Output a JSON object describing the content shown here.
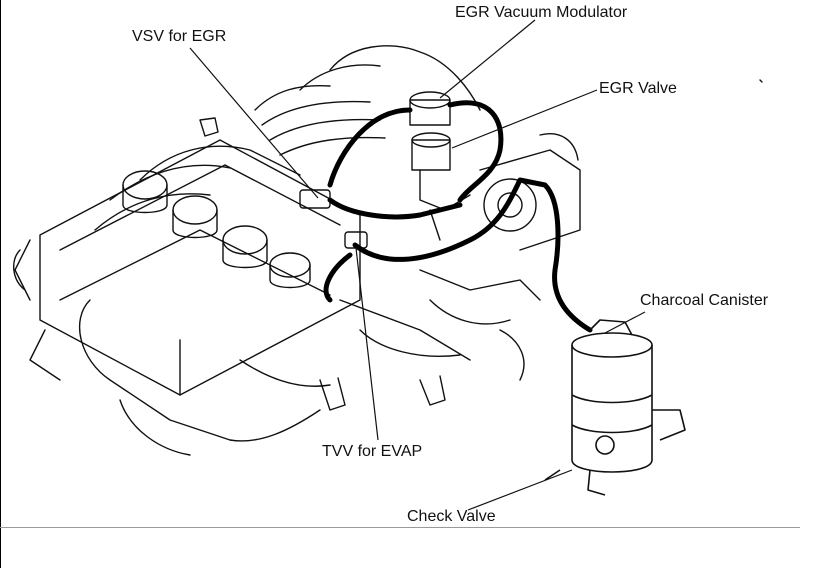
{
  "labels": {
    "vsv_egr": "VSV for EGR",
    "egr_vacuum_modulator": "EGR Vacuum Modulator",
    "egr_valve": "EGR Valve",
    "charcoal_canister": "Charcoal Canister",
    "tvv_evap": "TVV for EVAP",
    "check_valve": "Check Valve"
  },
  "colors": {
    "line": "#111111",
    "hose": "#000000",
    "background": "#ffffff"
  }
}
